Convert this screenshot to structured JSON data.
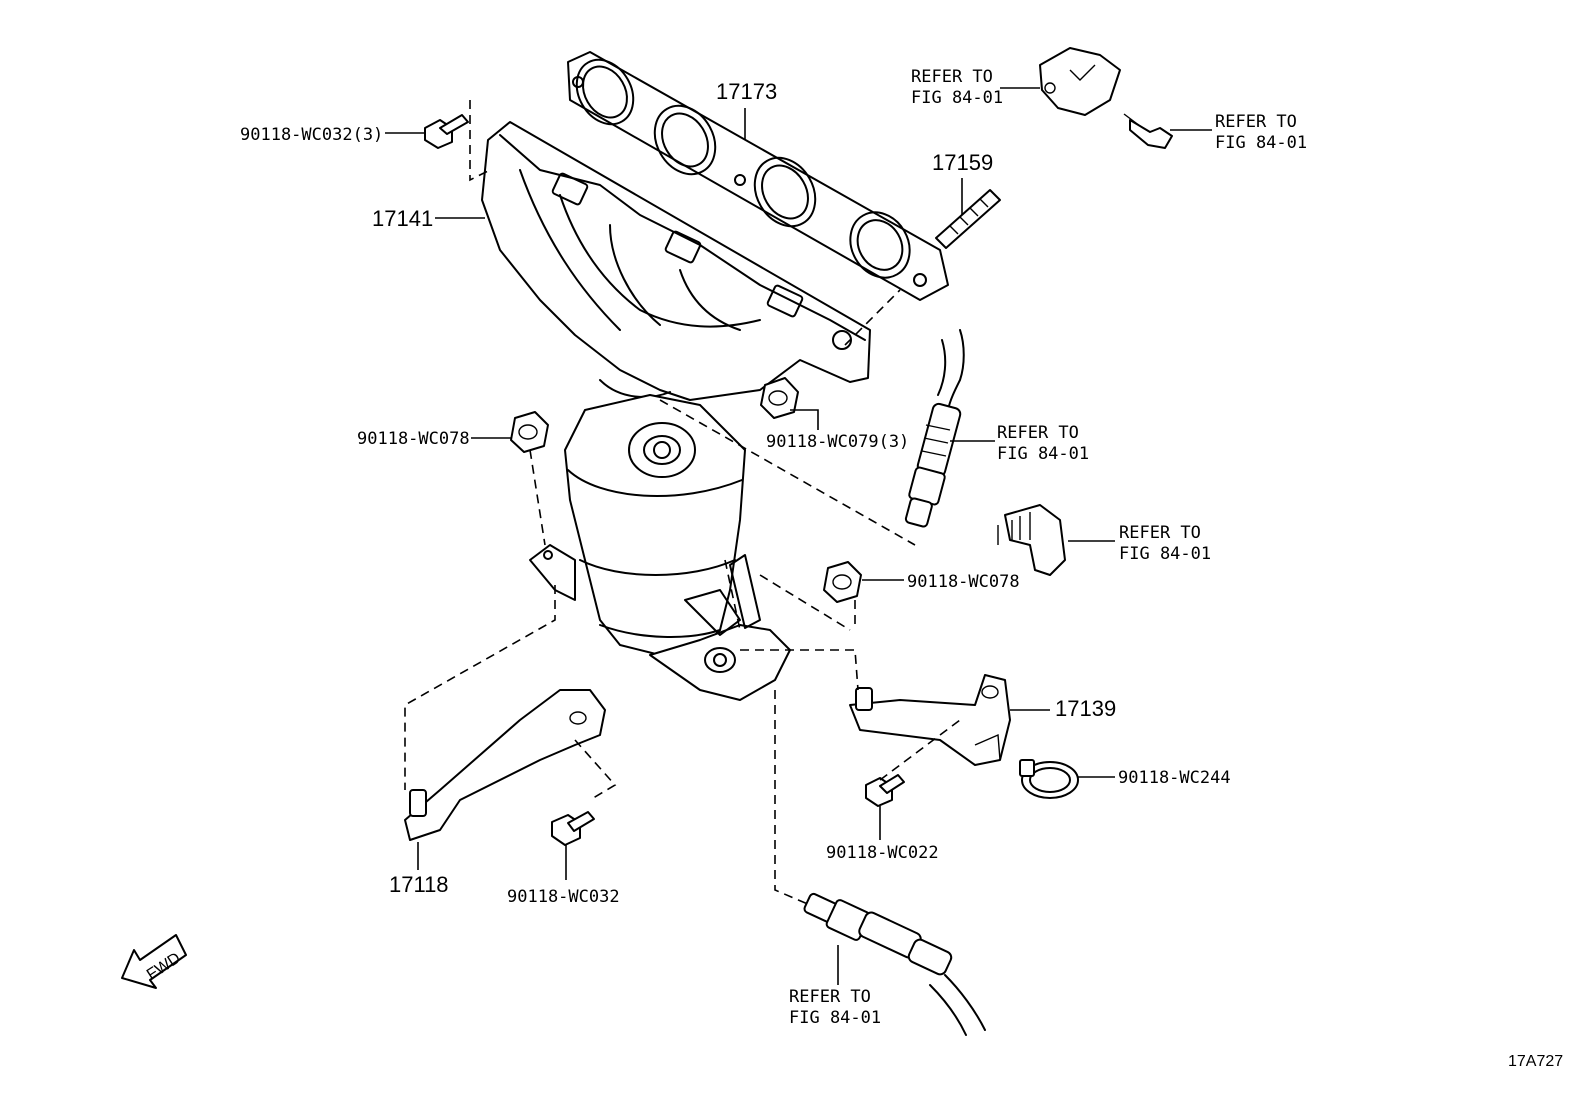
{
  "diagram_code": "17A727",
  "fwd_label": "FWD",
  "parts": {
    "p17173": "17173",
    "p17159": "17159",
    "p17141": "17141",
    "p17139": "17139",
    "p17118": "17118",
    "wc032_qty3": "90118-WC032(3)",
    "wc078_left": "90118-WC078",
    "wc079_qty3": "90118-WC079(3)",
    "wc078_right": "90118-WC078",
    "wc244": "90118-WC244",
    "wc022": "90118-WC022",
    "wc032": "90118-WC032"
  },
  "refer": {
    "line1": "REFER TO",
    "line2": "FIG 84-01"
  }
}
